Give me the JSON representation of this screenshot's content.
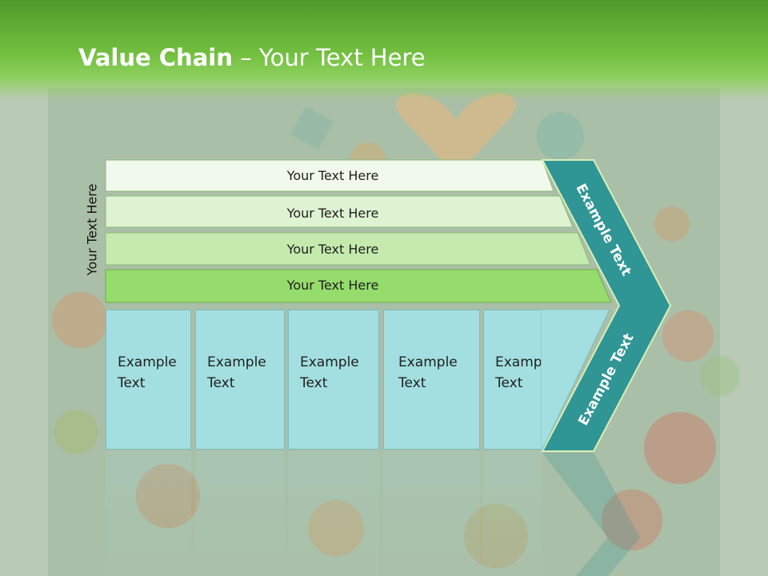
{
  "slide": {
    "title_bold": "Value Chain",
    "title_rest": " – Your Text Here",
    "side_label": "Your Text Here"
  },
  "rows": [
    {
      "label": "Your Text Here",
      "color": "#f1f9ec"
    },
    {
      "label": "Your Text Here",
      "color": "#def3d2"
    },
    {
      "label": "Your Text Here",
      "color": "#c4ebad"
    },
    {
      "label": "Your Text Here",
      "color": "#95dc6c"
    }
  ],
  "cells": [
    {
      "line1": "Example",
      "line2": "Text"
    },
    {
      "line1": "Example",
      "line2": "Text"
    },
    {
      "line1": "Example",
      "line2": "Text"
    },
    {
      "line1": "Example",
      "line2": "Text"
    },
    {
      "line1": "Example",
      "line2": "Text"
    }
  ],
  "chevron": {
    "upper_label": "Example Text",
    "lower_label": "Example Text",
    "color": "#2f9595"
  }
}
